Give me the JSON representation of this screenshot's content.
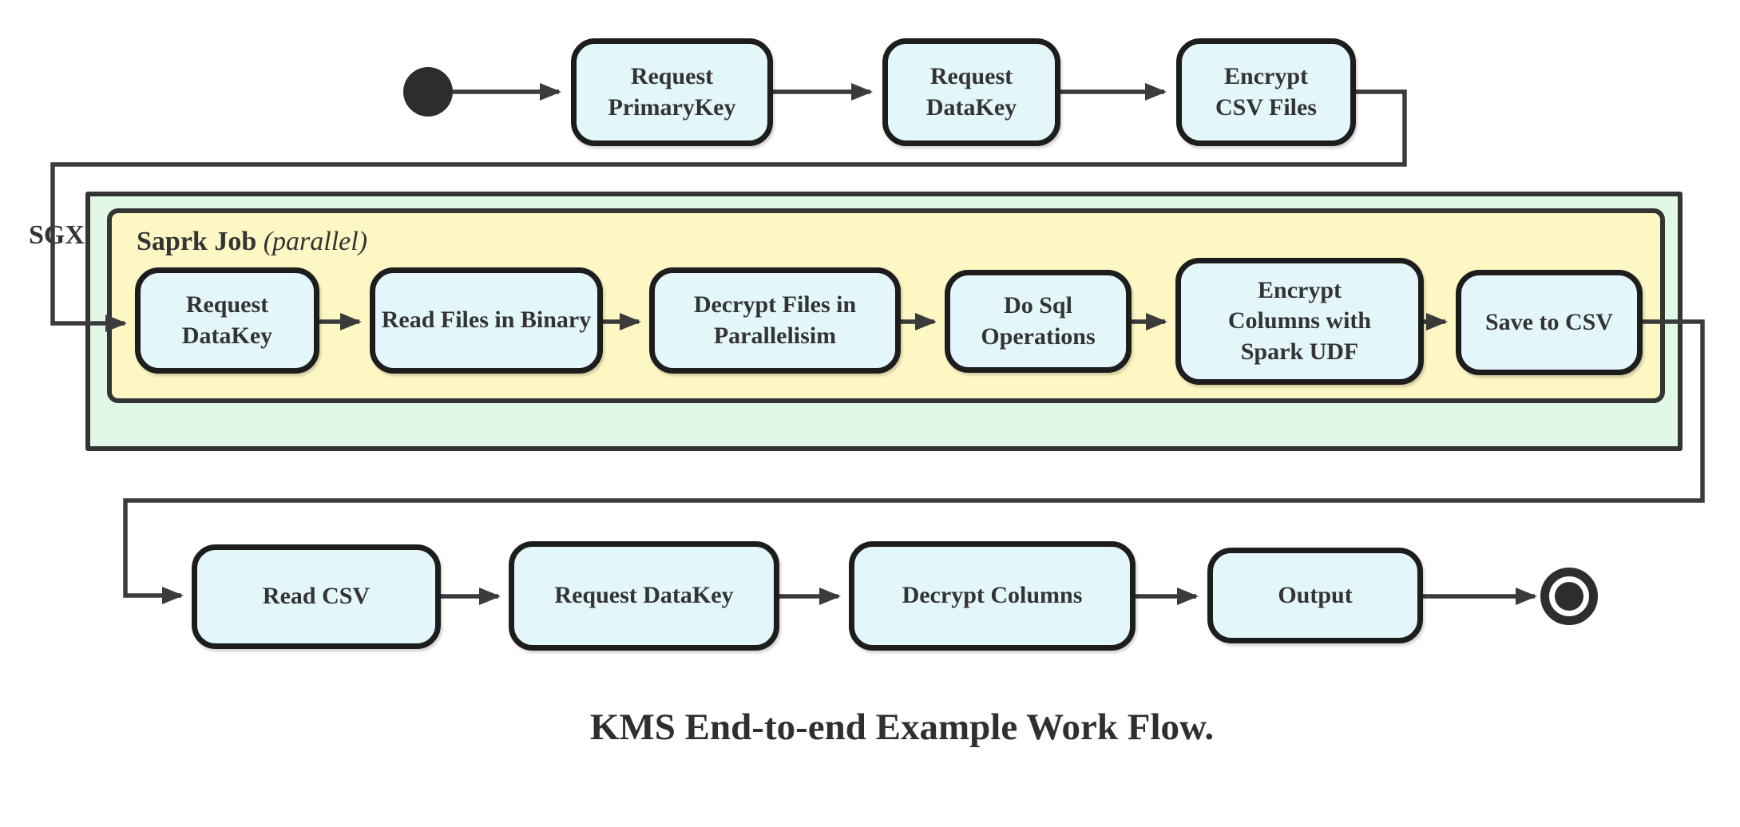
{
  "diagram": {
    "caption": "KMS End-to-end Example Work Flow.",
    "colors": {
      "node_fill": "#e3f7fb",
      "node_border": "#1d1d1d",
      "spark_container_fill": "#fdf7c3",
      "sgx_container_fill": "#e1f8e6",
      "container_border": "#343434",
      "connector": "#3b3b3b",
      "text": "#333333"
    },
    "containers": {
      "sgx": {
        "label": "SGX"
      },
      "spark": {
        "label": "Saprk Job",
        "label_suffix": "(parallel)"
      }
    },
    "top_row": [
      {
        "label": "Request PrimaryKey"
      },
      {
        "label": "Request DataKey"
      },
      {
        "label": "Encrypt CSV Files"
      }
    ],
    "spark_row": [
      {
        "label": "Request DataKey"
      },
      {
        "label": "Read Files in Binary"
      },
      {
        "label": "Decrypt Files in Parallelisim"
      },
      {
        "label": "Do Sql Operations"
      },
      {
        "label": "Encrypt Columns with Spark UDF"
      },
      {
        "label": "Save to CSV"
      }
    ],
    "bottom_row": [
      {
        "label": "Read CSV"
      },
      {
        "label": "Request DataKey"
      },
      {
        "label": "Decrypt Columns"
      },
      {
        "label": "Output"
      }
    ],
    "markers": {
      "start": "initial-state",
      "end": "final-state"
    }
  }
}
